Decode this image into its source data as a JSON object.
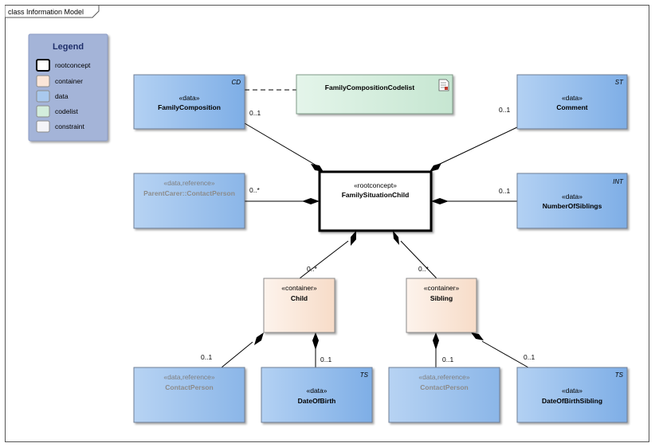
{
  "frame": {
    "title": "class Information Model"
  },
  "legend": {
    "title": "Legend",
    "items": [
      {
        "label": "rootconcept",
        "color": "#ffffff",
        "border": "#000000"
      },
      {
        "label": "container",
        "color": "#fbe6d8",
        "border": "#8a8a8a"
      },
      {
        "label": "data",
        "color": "#a9c9ee",
        "border": "#8a8a8a"
      },
      {
        "label": "codelist",
        "color": "#d3eddc",
        "border": "#8a8a8a"
      },
      {
        "label": "constraint",
        "color": "#f4f4f8",
        "border": "#8a8a8a"
      }
    ],
    "background": "#a4b4d8"
  },
  "classes": {
    "family_composition": {
      "stereotype": "«data»",
      "name": "FamilyComposition",
      "tag": "CD"
    },
    "family_composition_codelist": {
      "name": "FamilyCompositionCodelist"
    },
    "comment": {
      "stereotype": "«data»",
      "name": "Comment",
      "tag": "ST"
    },
    "parent_carer": {
      "stereotype": "«data,reference»",
      "name": "ParentCarer::ContactPerson"
    },
    "root": {
      "stereotype": "«rootconcept»",
      "name": "FamilySituationChild"
    },
    "number_of_siblings": {
      "stereotype": "«data»",
      "name": "NumberOfSiblings",
      "tag": "INT"
    },
    "child": {
      "stereotype": "«container»",
      "name": "Child"
    },
    "sibling": {
      "stereotype": "«container»",
      "name": "Sibling"
    },
    "contact_person_1": {
      "stereotype": "«data,reference»",
      "name": "ContactPerson"
    },
    "date_of_birth": {
      "stereotype": "«data»",
      "name": "DateOfBirth",
      "tag": "TS"
    },
    "contact_person_2": {
      "stereotype": "«data,reference»",
      "name": "ContactPerson"
    },
    "date_of_birth_sibling": {
      "stereotype": "«data»",
      "name": "DateOfBirthSibling",
      "tag": "TS"
    }
  },
  "multiplicities": {
    "family_composition": "0..1",
    "comment": "0..1",
    "parent_carer": "0..*",
    "number_of_siblings": "0..1",
    "child": "0..*",
    "sibling": "0..*",
    "contact_person_1": "0..1",
    "date_of_birth": "0..1",
    "contact_person_2": "0..1",
    "date_of_birth_sibling": "0..1"
  }
}
